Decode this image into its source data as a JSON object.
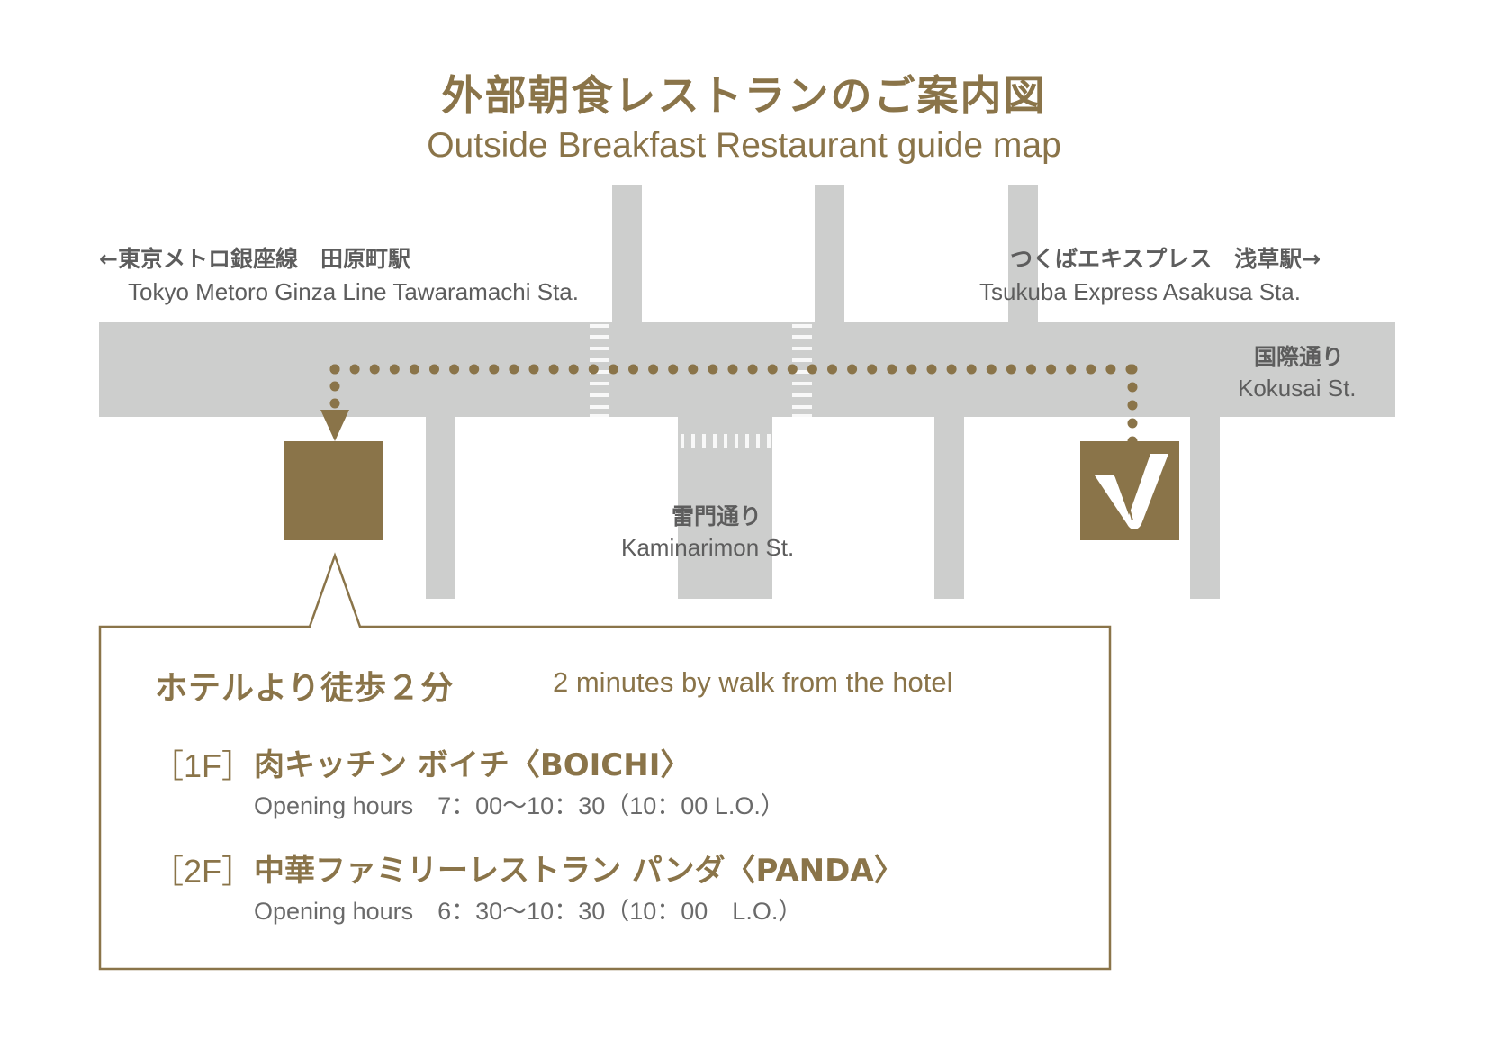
{
  "title": {
    "ja": "外部朝食レストランのご案内図",
    "en": "Outside Breakfast Restaurant guide map"
  },
  "stations": {
    "left": {
      "ja": "←東京メトロ銀座線　田原町駅",
      "en": "Tokyo Metoro Ginza Line Tawaramachi Sta."
    },
    "right": {
      "ja": "つくばエキスプレス　浅草駅→",
      "en": "Tsukuba Express Asakusa Sta."
    }
  },
  "streets": {
    "kokusai": {
      "ja": "国際通り",
      "en": "Kokusai St."
    },
    "kaminarimon": {
      "ja": "雷門通り",
      "en": "Kaminarimon St."
    }
  },
  "markers": {
    "hotel_logo_letter": "V",
    "restaurant_building": "restaurant-building"
  },
  "info": {
    "walk_ja": "ホテルより徒歩２分",
    "walk_en": "2 minutes by walk from the hotel",
    "restaurants": [
      {
        "floor": "［1F］",
        "name": "肉キッチン ボイチ〈BOICHI〉",
        "hours": "Opening hours　7：00〜10：30（10：00 L.O.）"
      },
      {
        "floor": "［2F］",
        "name": "中華ファミリーレストラン パンダ〈PANDA〉",
        "hours": "Opening hours　6：30〜10：30（10：00　L.O.）"
      }
    ]
  },
  "colors": {
    "gold": "#8a7449",
    "road": "#cdcecd",
    "text_gray": "#5d5d5d"
  }
}
